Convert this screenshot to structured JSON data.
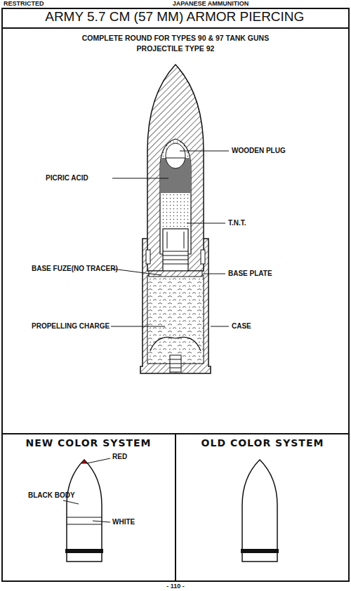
{
  "diagram": {
    "title": "ARMY 5.7 CM (57 MM) ARMOR PIERCING",
    "nodes": [
      {
        "text": [
          "NEW COLOR SYSTEM"
        ]
      },
      {
        "text": [
          "OLD COLOR SYSTEM"
        ]
      }
    ],
    "labels": [
      "RESTRICTED",
      "JAPANESE AMMUNITION",
      "COMPLETE ROUND FOR TYPES 90 & 97 TANK GUNS",
      "PROJECTILE TYPE 92",
      "WOODEN PLUG",
      "PICRIC ACID",
      "T.N.T.",
      "BASE FUZE(NO TRACER)",
      "BASE PLATE",
      "PROPELLING CHARGE",
      "CASE",
      "RED",
      "BLACK BODY",
      "WHITE",
      "- 110 -"
    ]
  }
}
